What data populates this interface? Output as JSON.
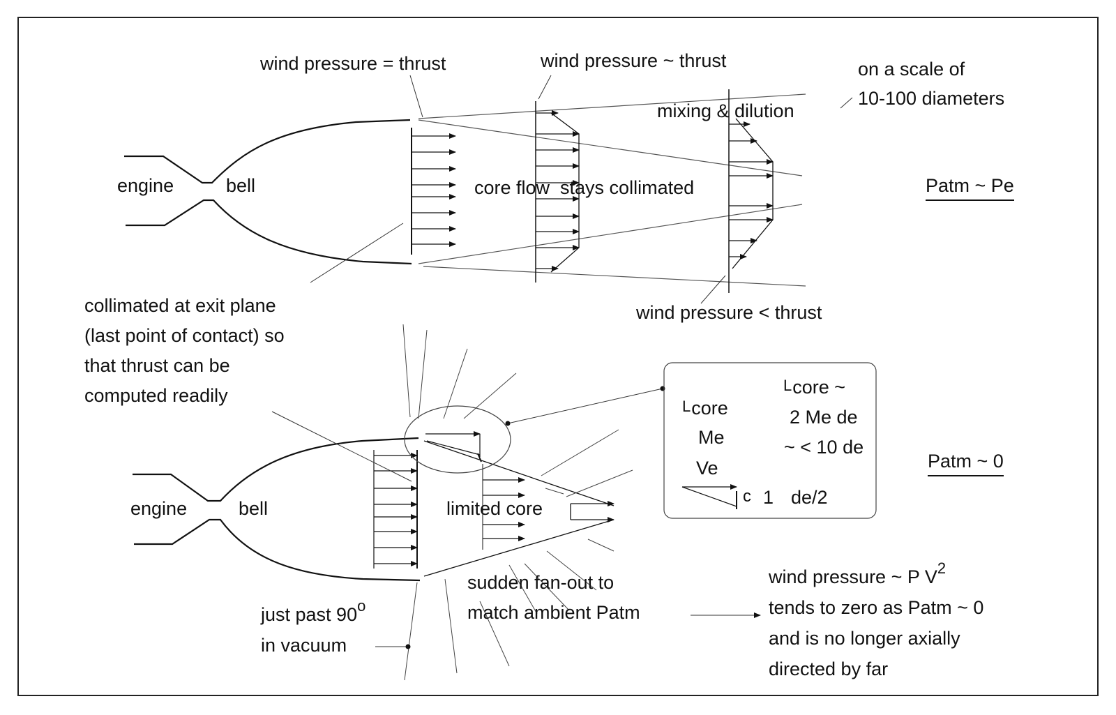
{
  "top": {
    "engine_label": "engine",
    "bell_label": "bell",
    "wind_eq": "wind pressure = thrust",
    "wind_approx": "wind pressure ~ thrust",
    "mixing": "mixing & dilution",
    "scale_line1": "on a scale of",
    "scale_line2": "10-100 diameters",
    "core_flow": "core flow  stays collimated",
    "patm_pe": "Patm ~ Pe",
    "wind_less": "wind pressure < thrust"
  },
  "note": {
    "line1": "collimated at exit plane",
    "line2": "(last point of contact) so",
    "line3": "that thrust can be",
    "line4": "computed readily"
  },
  "bottom": {
    "engine_label": "engine",
    "bell_label": "bell",
    "limited_core": "limited core",
    "fanout_line1": "sudden fan-out to",
    "fanout_line2": "match ambient Patm",
    "past90_text": "just past 90",
    "past90_sup": "o",
    "vacuum": "in vacuum",
    "patm_zero": "Patm ~ 0",
    "wind_pv_text": "wind pressure ~ P V",
    "wind_pv_sup": "2",
    "tends": "tends to zero as Patm ~ 0",
    "no_longer": "and is no longer axially",
    "directed": "directed by far"
  },
  "inset": {
    "lcore_l": "L",
    "lcore_word": "core",
    "me": "Me",
    "ve": "Ve",
    "c": "c",
    "one": "1",
    "de_half": "de/2",
    "eq_l": "L",
    "eq_word": "core ~",
    "eq_line2": "2 Me de",
    "eq_line3": "~ < 10 de"
  }
}
